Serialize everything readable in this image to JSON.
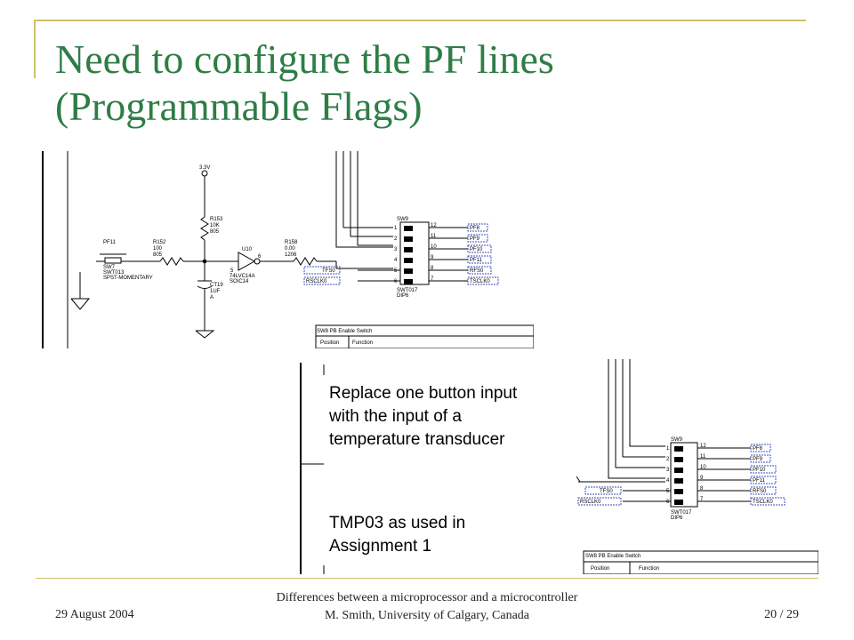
{
  "slide": {
    "title_line1": "Need to configure the PF lines",
    "title_line2": "(Programmable Flags)"
  },
  "schematic_main": {
    "supply": "3.3V",
    "r153_ref": "R153",
    "r153_val": "10K",
    "r153_pkg": "805",
    "r152_ref": "R152",
    "r152_val": "100",
    "r152_pkg": "805",
    "r158_ref": "R158",
    "r158_val": "0.00",
    "r158_pkg": "1206",
    "button_net": "PF11",
    "button_ref": "SW7",
    "button_part": "SWT013",
    "button_type": "SPST-MOMENTARY",
    "buffer_ref": "U10",
    "buffer_part": "74LVC14A",
    "buffer_pkg": "SOIC14",
    "buffer_pin_in": "5",
    "buffer_pin_out": "6",
    "cap_ref": "CT19",
    "cap_val": "1UF",
    "cap_pkg": "A",
    "switch_ref": "SW9",
    "switch_part": "SWT017",
    "switch_type": "DIP6",
    "left_pins": [
      "1",
      "2",
      "3",
      "4",
      "5",
      "6"
    ],
    "right_pins": [
      "12",
      "11",
      "10",
      "9",
      "8",
      "7"
    ],
    "left_nets": [
      "TFS0",
      "RSCLK0"
    ],
    "right_nets": [
      "PF8",
      "PF9",
      "PF10",
      "PF11",
      "RFS0",
      "TSCLK0"
    ],
    "table_caption": "SW8 PB Enable Switch",
    "table_col1": "Position",
    "table_col2": "Function"
  },
  "schematic_inset": {
    "switch_ref": "SW9",
    "switch_part": "SWT017",
    "switch_type": "DIP6",
    "left_pins": [
      "1",
      "2",
      "3",
      "4",
      "5",
      "6"
    ],
    "right_pins": [
      "12",
      "11",
      "10",
      "9",
      "8",
      "7"
    ],
    "left_nets": [
      "TFS0",
      "RSCLK0"
    ],
    "right_nets": [
      "PF8",
      "PF9",
      "PF10",
      "PF11",
      "RFS0",
      "TSCLK0"
    ],
    "table_caption": "SW8 PB Enable Switch",
    "table_col1": "Position",
    "table_col2": "Function"
  },
  "notes": {
    "replace_line1": "Replace one button input",
    "replace_line2": "with the input of a",
    "replace_line3": "temperature transducer",
    "tmp_line1": "TMP03 as used in",
    "tmp_line2": "Assignment 1"
  },
  "footer": {
    "date": "29 August 2004",
    "course_line1": "Differences between a microprocessor and a microcontroller",
    "course_line2": "M. Smith, University of Calgary, Canada",
    "page": "20 / 29"
  },
  "colors": {
    "title": "#2e7d46",
    "rule": "#cfc16a",
    "net_flag_border": "#3a4fc0"
  }
}
